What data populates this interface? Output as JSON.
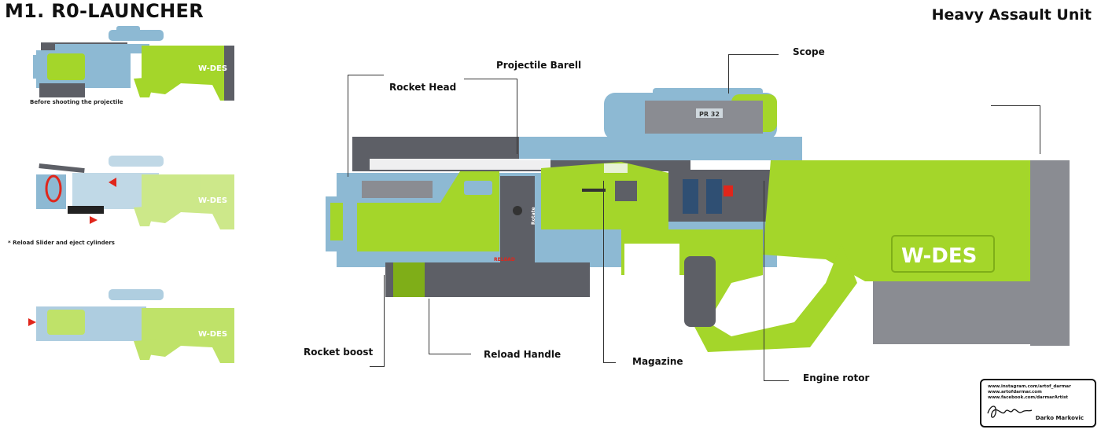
{
  "header": {
    "title": "M1. R0-LAUNCHER",
    "subtitle": "Heavy Assault Unit"
  },
  "thumbnails": [
    {
      "caption": "Before shooting the projectile",
      "brand": "W-DES"
    },
    {
      "caption": "* Reload Slider and eject cylinders",
      "brand": "W-DES"
    },
    {
      "caption": "",
      "brand": "W-DES"
    }
  ],
  "main_weapon": {
    "brand": "W-DES",
    "scope_tag": "PR 32",
    "side_small_label": "Rotate",
    "reload_label": "RELOAD"
  },
  "callouts": {
    "scope": "Scope",
    "projectile_barrel": "Projectile Barell",
    "rocket_head": "Rocket Head",
    "rocket_boost": "Rocket boost",
    "reload_handle": "Reload Handle",
    "magazine": "Magazine",
    "engine_rotor": "Engine rotor"
  },
  "signature": {
    "links": [
      "www.instagram.com/artof_darmar",
      "www.artofdarmar.com",
      "www.facebook.com/darmarArtist"
    ],
    "name": "Darko Markovic",
    "scrawl": "Darmr"
  },
  "colors": {
    "lime": "#a4d62a",
    "lime_dark": "#7fae18",
    "steel_blue": "#8db9d3",
    "dark_grey": "#5d5f66",
    "grey": "#8a8c92",
    "red": "#e0261b"
  }
}
